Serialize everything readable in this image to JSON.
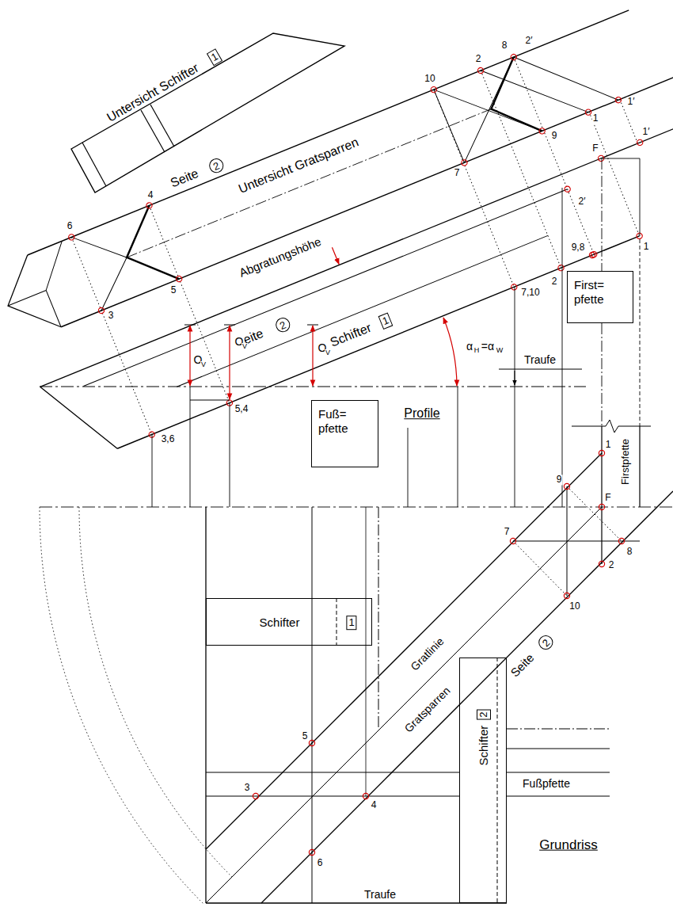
{
  "diagram": {
    "nodes": [
      {
        "text": [
          "First= pfette"
        ]
      },
      {
        "text": [
          "Fuß= pfette"
        ]
      },
      {
        "text": [
          "Schifter",
          "1"
        ]
      },
      {
        "text": [
          "Schifter",
          "2"
        ]
      }
    ],
    "labels": [
      "Untersicht Schifter",
      "1",
      "Seite",
      "2",
      "Untersicht Gratsparren",
      "6",
      "4",
      "3",
      "5",
      "10",
      "2",
      "8",
      "2′",
      "1",
      "1′",
      "9",
      "7",
      "F",
      "1′",
      "2′",
      "1",
      "9,8",
      "2",
      "7,10",
      "Abgratungshöhe",
      "Seite",
      "2",
      "Schifter",
      "1",
      "O",
      "V",
      "O",
      "V",
      "O",
      "V",
      "α",
      "H",
      "=α",
      "W",
      "Traufe",
      "Profile",
      "5,4",
      "3,6",
      "Firstpfette",
      "1",
      "9",
      "F",
      "7",
      "8",
      "2",
      "10",
      "Seite",
      "2",
      "Gratlinie",
      "Gratsparren",
      "Fußpfette",
      "5",
      "3",
      "4",
      "6",
      "Grundriss",
      "Traufe"
    ]
  }
}
